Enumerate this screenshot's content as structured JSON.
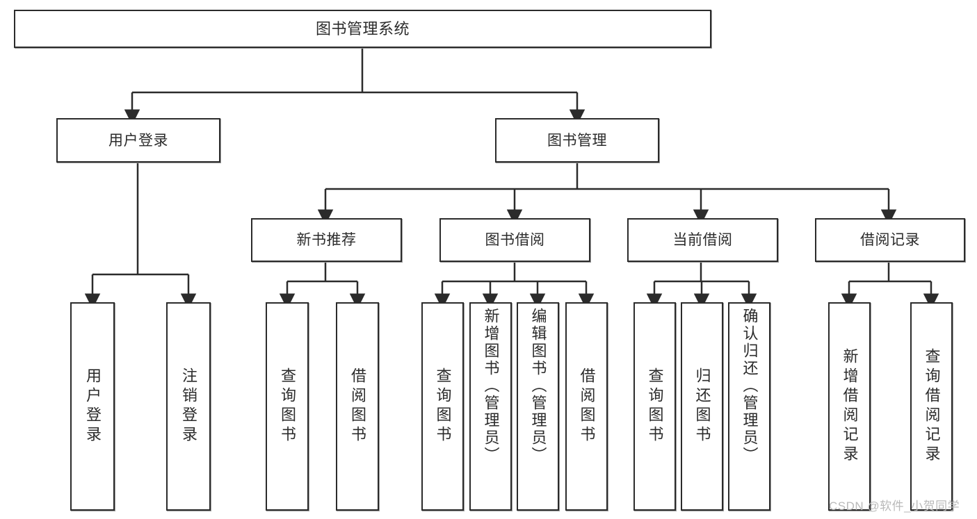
{
  "diagram": {
    "title": "图书管理系统",
    "type": "tree-hierarchy",
    "orientation": "top-down",
    "stroke_color": "#2b2b2b",
    "fill_color": "#ffffff",
    "shadow_color": "#9a9a9a"
  },
  "nodes": {
    "root": {
      "label": "图书管理系统",
      "level": 1
    },
    "level2": [
      {
        "id": "user-login",
        "label": "用户登录"
      },
      {
        "id": "book-manage",
        "label": "图书管理"
      }
    ],
    "level3": [
      {
        "id": "new-book-rec",
        "label": "新书推荐"
      },
      {
        "id": "book-borrow",
        "label": "图书借阅"
      },
      {
        "id": "current-borrow",
        "label": "当前借阅"
      },
      {
        "id": "borrow-record",
        "label": "借阅记录"
      }
    ],
    "leaves": {
      "user-login": [
        {
          "id": "leaf-user-login",
          "label": "用户登录"
        },
        {
          "id": "leaf-logout",
          "label": "注销登录"
        }
      ],
      "new-book-rec": [
        {
          "id": "leaf-query-book-1",
          "label": "查询图书"
        },
        {
          "id": "leaf-borrow-book-1",
          "label": "借阅图书"
        }
      ],
      "book-borrow": [
        {
          "id": "leaf-query-book-2",
          "label": "查询图书"
        },
        {
          "id": "leaf-add-book",
          "label": "新增图书（管理员）"
        },
        {
          "id": "leaf-edit-book",
          "label": "编辑图书（管理员）"
        },
        {
          "id": "leaf-borrow-book-2",
          "label": "借阅图书"
        }
      ],
      "current-borrow": [
        {
          "id": "leaf-query-book-3",
          "label": "查询图书"
        },
        {
          "id": "leaf-return-book",
          "label": "归还图书"
        },
        {
          "id": "leaf-confirm-return",
          "label": "确认归还（管理员）"
        }
      ],
      "borrow-record": [
        {
          "id": "leaf-add-record",
          "label": "新增借阅记录"
        },
        {
          "id": "leaf-query-record",
          "label": "查询借阅记录"
        }
      ]
    }
  },
  "watermark": {
    "text": "CSDN @软件_小贺同学"
  }
}
